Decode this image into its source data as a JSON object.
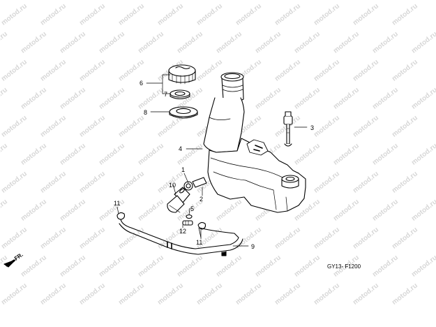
{
  "watermark": {
    "text": "motod.ru"
  },
  "direction_label": "FR.",
  "diagram_code": "GY13- F1200",
  "callouts": [
    "1",
    "2",
    "3",
    "4",
    "5",
    "6",
    "7",
    "8",
    "9",
    "10",
    "11",
    "11",
    "12"
  ]
}
